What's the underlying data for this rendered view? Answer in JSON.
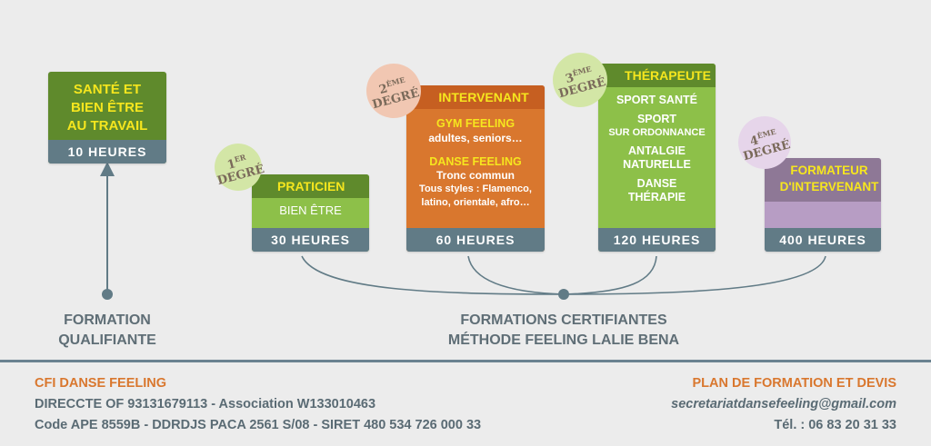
{
  "qualifiante": {
    "title_lines": [
      "SANTÉ ET",
      "BIEN ÊTRE",
      "AU TRAVAIL"
    ],
    "hours": "10 HEURES",
    "caption_lines": [
      "FORMATION",
      "QUALIFIANTE"
    ]
  },
  "praticien": {
    "badge": {
      "num": "1",
      "sup": "ER",
      "word": "DEGRÉ"
    },
    "title": "PRATICIEN",
    "body": "BIEN ÊTRE",
    "hours": "30 HEURES"
  },
  "intervenant": {
    "badge": {
      "num": "2",
      "sup": "ÈME",
      "word": "DEGRÉ"
    },
    "title": "INTERVENANT",
    "gym_title": "GYM FEELING",
    "gym_desc": "adultes, seniors…",
    "danse_title": "DANSE FEELING",
    "danse_desc1": "Tronc commun",
    "danse_desc2": "Tous styles : Flamenco,",
    "danse_desc3": "latino, orientale, afro…",
    "hours": "60 HEURES"
  },
  "therapeute": {
    "badge": {
      "num": "3",
      "sup": "ÈME",
      "word": "DEGRÉ"
    },
    "title": "THÉRAPEUTE",
    "items": [
      "SPORT SANTÉ",
      "SPORT",
      "SUR ORDONNANCE",
      "ANTALGIE",
      "NATURELLE",
      "DANSE",
      "THÉRAPIE"
    ],
    "hours": "120 HEURES"
  },
  "formateur": {
    "badge": {
      "num": "4",
      "sup": "ÈME",
      "word": "DEGRÉ"
    },
    "title_line1": "FORMATEUR",
    "title_line2": "D'INTERVENANT",
    "hours": "400 HEURES"
  },
  "certifiantes_caption": [
    "FORMATIONS CERTIFIANTES",
    "MÉTHODE FEELING LALIE BENA"
  ],
  "footer": {
    "org": "CFI DANSE FEELING",
    "line2": "DIRECCTE OF 93131679113 - Association W133010463",
    "line3": "Code APE 8559B - DDRDJS PACA 2561 S/08 - SIRET 480 534 726 000 33",
    "plan": "PLAN DE FORMATION ET DEVIS",
    "email": "secretariatdansefeeling@gmail.com",
    "phone": "Tél. : 06 83 20 31 33"
  },
  "colors": {
    "dark_green": "#5f8a2c",
    "light_green": "#8dc049",
    "orange_dark": "#c65f21",
    "orange": "#d9772e",
    "purple_dark": "#8e7896",
    "purple_light": "#b79dc4",
    "slate": "#617b86",
    "yellow": "#f6e61e"
  }
}
